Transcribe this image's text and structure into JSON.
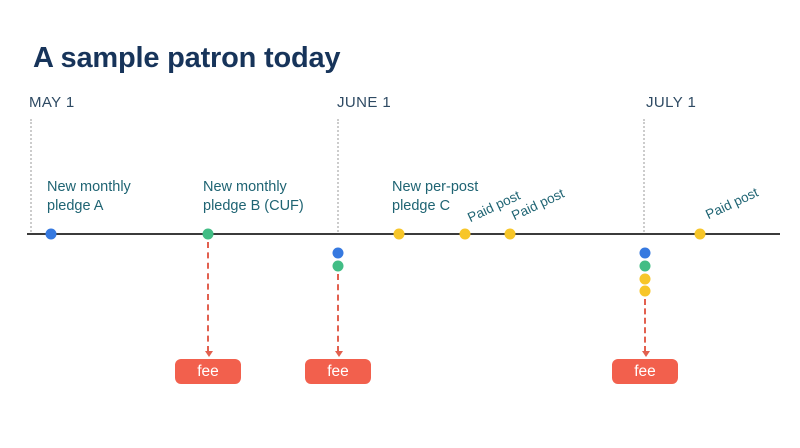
{
  "figure": {
    "title": "A sample patron today"
  },
  "palette": {
    "title_navy": "#17345a",
    "date_slate": "#2e4a63",
    "label_teal": "#1f6473",
    "dot_blue": "#3679e0",
    "dot_green": "#42bd85",
    "dot_yellow": "#f7c629",
    "fee_coral": "#f2604d",
    "arrow_red": "#e2604f",
    "timeline_dark": "#3b3b3b",
    "guide_gray": "#cccccc"
  },
  "timeline": {
    "months": [
      {
        "label": "MAY 1"
      },
      {
        "label": "JUNE 1"
      },
      {
        "label": "JULY 1"
      }
    ],
    "events": [
      {
        "line1": "New monthly",
        "line2": "pledge A",
        "dot_color": "#3679e0"
      },
      {
        "line1": "New monthly",
        "line2": "pledge B (CUF)",
        "dot_color": "#42bd85"
      },
      {
        "line1": "New per-post",
        "line2": "pledge C",
        "dot_color": "#f7c629"
      }
    ],
    "paid_posts": [
      {
        "label": "Paid post",
        "dot_color": "#f7c629"
      },
      {
        "label": "Paid post",
        "dot_color": "#f7c629"
      },
      {
        "label": "Paid post",
        "dot_color": "#f7c629"
      }
    ],
    "charge_stacks": [
      {
        "month": "JUNE 1",
        "dot_colors": [
          "#3679e0",
          "#42bd85"
        ]
      },
      {
        "month": "JULY 1",
        "dot_colors": [
          "#3679e0",
          "#42bd85",
          "#f7c629",
          "#f7c629"
        ]
      }
    ],
    "fees": [
      {
        "label": "fee"
      },
      {
        "label": "fee"
      },
      {
        "label": "fee"
      }
    ]
  }
}
